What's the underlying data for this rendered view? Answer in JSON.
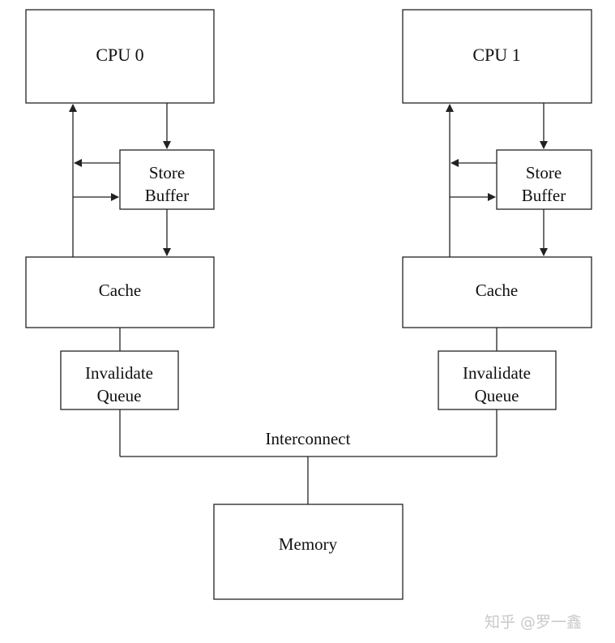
{
  "diagram": {
    "cpu0": "CPU 0",
    "cpu1": "CPU 1",
    "store_buffer_line1": "Store",
    "store_buffer_line2": "Buffer",
    "cache": "Cache",
    "invalidate_line1": "Invalidate",
    "invalidate_line2": "Queue",
    "interconnect": "Interconnect",
    "memory": "Memory"
  },
  "watermark": "知乎 @罗一鑫",
  "colors": {
    "stroke": "#222222",
    "background": "#ffffff",
    "watermark": "#c9c9c9"
  }
}
